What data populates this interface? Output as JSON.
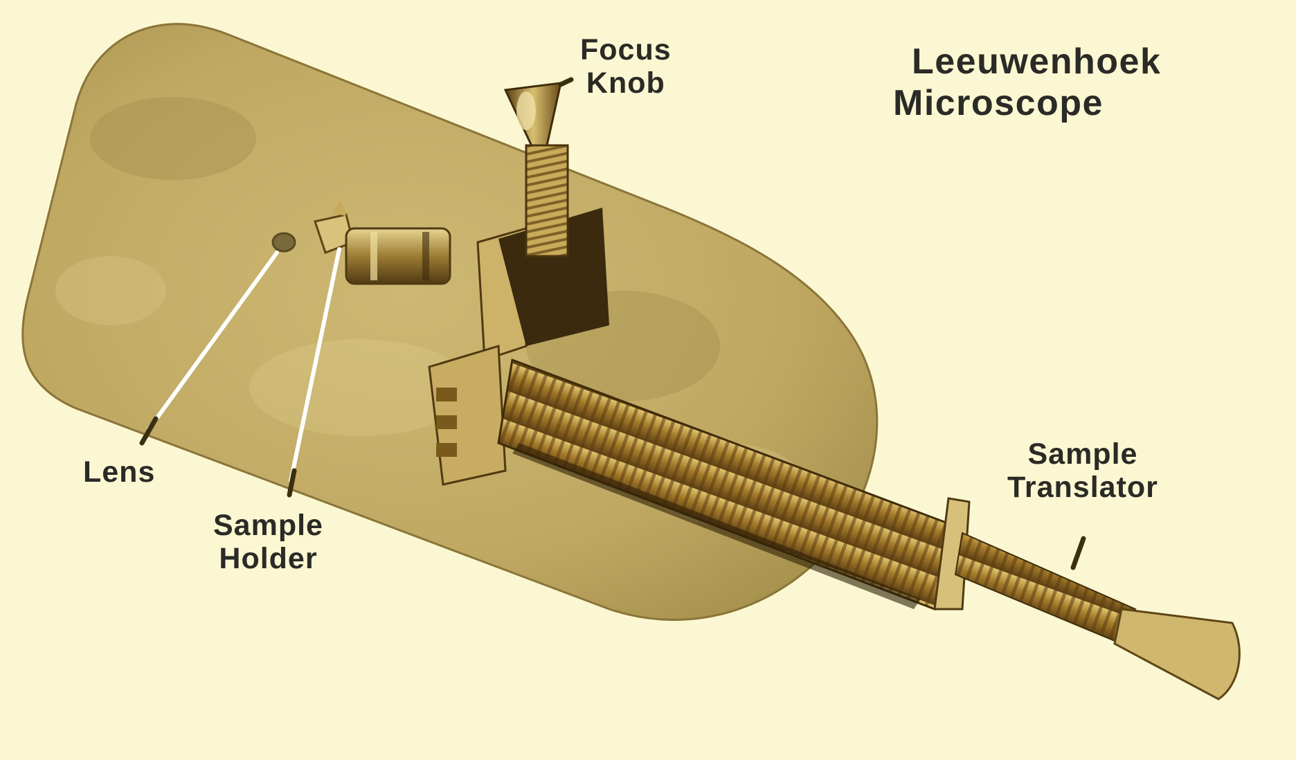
{
  "title": {
    "line1": "Leeuwenhoek",
    "line2": "Microscope"
  },
  "labels": {
    "focus_knob": {
      "line1": "Focus",
      "line2": "Knob"
    },
    "lens": {
      "line1": "Lens"
    },
    "sample_holder": {
      "line1": "Sample",
      "line2": "Holder"
    },
    "sample_translator": {
      "line1": "Sample",
      "line2": "Translator"
    }
  },
  "colors": {
    "background": "#fbf7d2",
    "brass_plate": "#c9b46a",
    "brass_dark": "#6e5320",
    "screw_thread": "#a67f2e",
    "pointer_line": "#ffffff",
    "label_text": "#2a2a26"
  }
}
